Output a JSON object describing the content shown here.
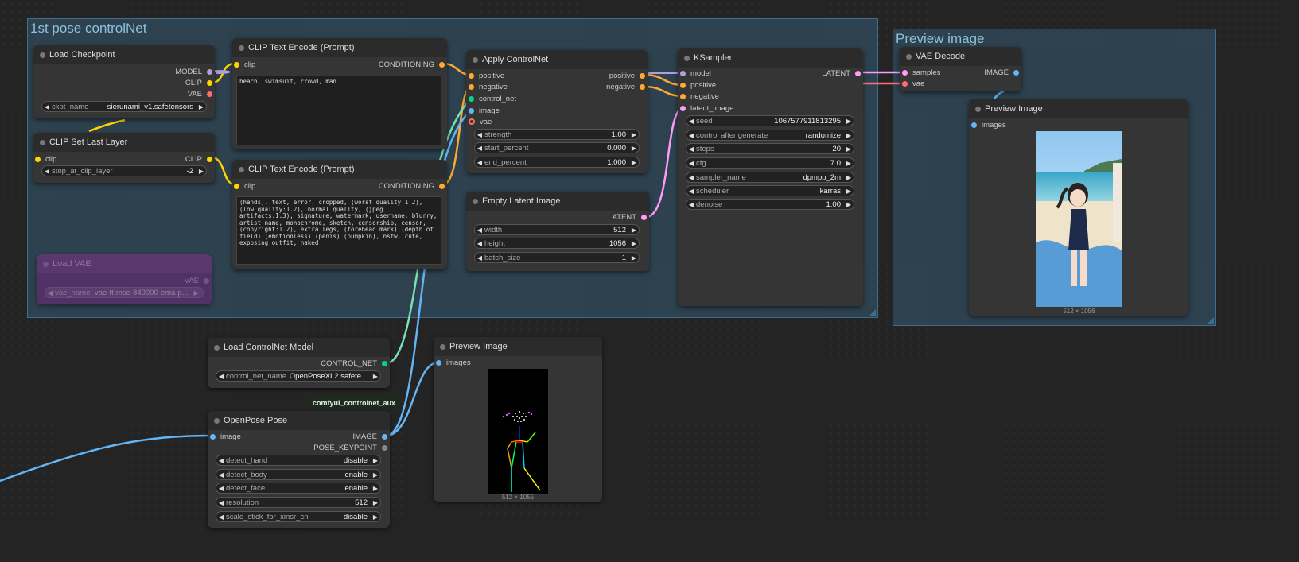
{
  "groups": {
    "pose": {
      "title": "1st pose controlNet"
    },
    "preview": {
      "title": "Preview image"
    }
  },
  "colors": {
    "model": "#b39ddb",
    "clip": "#ffd500",
    "vae": "#ff6e6e",
    "conditioning": "#ffa931",
    "control_net": "#00d78d",
    "image": "#64b5f6",
    "latent": "#ff9cf9"
  },
  "load_checkpoint": {
    "title": "Load Checkpoint",
    "outputs": [
      "MODEL",
      "CLIP",
      "VAE"
    ],
    "ckpt_label": "ckpt_name",
    "ckpt_value": "sierunami_v1.safetensors"
  },
  "clip_set_last_layer": {
    "title": "CLIP Set Last Layer",
    "input": "clip",
    "output": "CLIP",
    "stop_label": "stop_at_clip_layer",
    "stop_value": "-2"
  },
  "load_vae": {
    "title": "Load VAE",
    "output": "VAE",
    "vae_label": "vae_name",
    "vae_value": "vae-ft-mse-840000-ema-p..."
  },
  "clip_text_pos": {
    "title": "CLIP Text Encode (Prompt)",
    "input": "clip",
    "output": "CONDITIONING",
    "text": "beach, swimsuit, crowd, man"
  },
  "clip_text_neg": {
    "title": "CLIP Text Encode (Prompt)",
    "input": "clip",
    "output": "CONDITIONING",
    "text": "(hands), text, error, cropped, (worst quality:1.2), (low quality:1.2), normal quality, (jpeg artifacts:1.3), signature, watermark, username, blurry, artist name, monochrome, sketch, censorship, censor, (copyright:1.2), extra legs, (forehead mark) (depth of field) (emotionless) (penis) (pumpkin), nsfw, cute, exposing outfit, naked"
  },
  "apply_controlnet": {
    "title": "Apply ControlNet",
    "inputs": [
      "positive",
      "negative",
      "control_net",
      "image",
      "vae"
    ],
    "outputs": [
      "positive",
      "negative"
    ],
    "widgets": [
      {
        "label": "strength",
        "value": "1.00"
      },
      {
        "label": "start_percent",
        "value": "0.000"
      },
      {
        "label": "end_percent",
        "value": "1.000"
      }
    ]
  },
  "empty_latent": {
    "title": "Empty Latent Image",
    "output": "LATENT",
    "widgets": [
      {
        "label": "width",
        "value": "512"
      },
      {
        "label": "height",
        "value": "1056"
      },
      {
        "label": "batch_size",
        "value": "1"
      }
    ]
  },
  "ksampler": {
    "title": "KSampler",
    "inputs": [
      "model",
      "positive",
      "negative",
      "latent_image"
    ],
    "output": "LATENT",
    "widgets": [
      {
        "label": "seed",
        "value": "1067577911813295"
      },
      {
        "label": "control after generate",
        "value": "randomize"
      },
      {
        "label": "steps",
        "value": "20"
      },
      {
        "label": "cfg",
        "value": "7.0"
      },
      {
        "label": "sampler_name",
        "value": "dpmpp_2m"
      },
      {
        "label": "scheduler",
        "value": "karras"
      },
      {
        "label": "denoise",
        "value": "1.00"
      }
    ]
  },
  "vae_decode": {
    "title": "VAE Decode",
    "inputs": [
      "samples",
      "vae"
    ],
    "output": "IMAGE"
  },
  "preview_main": {
    "title": "Preview Image",
    "input": "images",
    "caption": "512 × 1056"
  },
  "load_controlnet_model": {
    "title": "Load ControlNet Model",
    "output": "CONTROL_NET",
    "cn_label": "control_net_name",
    "cn_value": "OpenPoseXL2.safete..."
  },
  "badge": {
    "text": "comfyui_controlnet_aux"
  },
  "openpose": {
    "title": "OpenPose Pose",
    "input": "image",
    "outputs": [
      "IMAGE",
      "POSE_KEYPOINT"
    ],
    "widgets": [
      {
        "label": "detect_hand",
        "value": "disable"
      },
      {
        "label": "detect_body",
        "value": "enable"
      },
      {
        "label": "detect_face",
        "value": "enable"
      },
      {
        "label": "resolution",
        "value": "512"
      },
      {
        "label": "scale_stick_for_xinsr_cn",
        "value": "disable"
      }
    ]
  },
  "preview_pose": {
    "title": "Preview Image",
    "input": "images",
    "caption": "512 × 1055"
  }
}
